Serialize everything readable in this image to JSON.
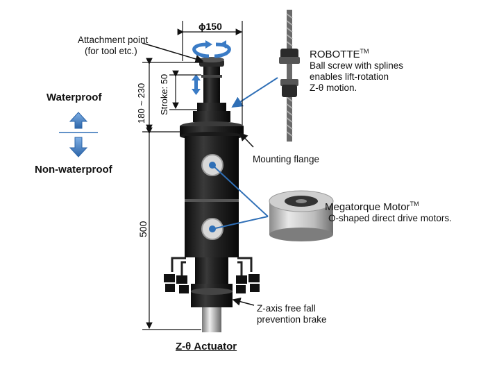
{
  "title": "Z-θ Actuator",
  "labels": {
    "attachment_point_line1": "Attachment point",
    "attachment_point_line2": "(for tool etc.)",
    "diameter": "ϕ150",
    "robotte_name": "ROBOTTE",
    "robotte_tm": "TM",
    "robotte_desc_line1": "Ball screw with splines",
    "robotte_desc_line2": "enables lift-rotation",
    "robotte_desc_line3": "Z-θ motion.",
    "waterproof": "Waterproof",
    "non_waterproof": "Non-waterproof",
    "height_range": "180 ~ 230",
    "stroke": "Stroke: 50",
    "mounting_flange": "Mounting flange",
    "motor_name": "Megatorque Motor",
    "motor_tm": "TM",
    "motor_desc": "O-shaped direct drive motors.",
    "body_length": "500",
    "brake_line1": "Z-axis free fall",
    "brake_line2": "prevention brake"
  },
  "colors": {
    "accent_blue": "#2f6fb6",
    "arrow_blue": "#4a86c8",
    "body_black": "#1c1c1c",
    "dim_line": "#111111"
  }
}
